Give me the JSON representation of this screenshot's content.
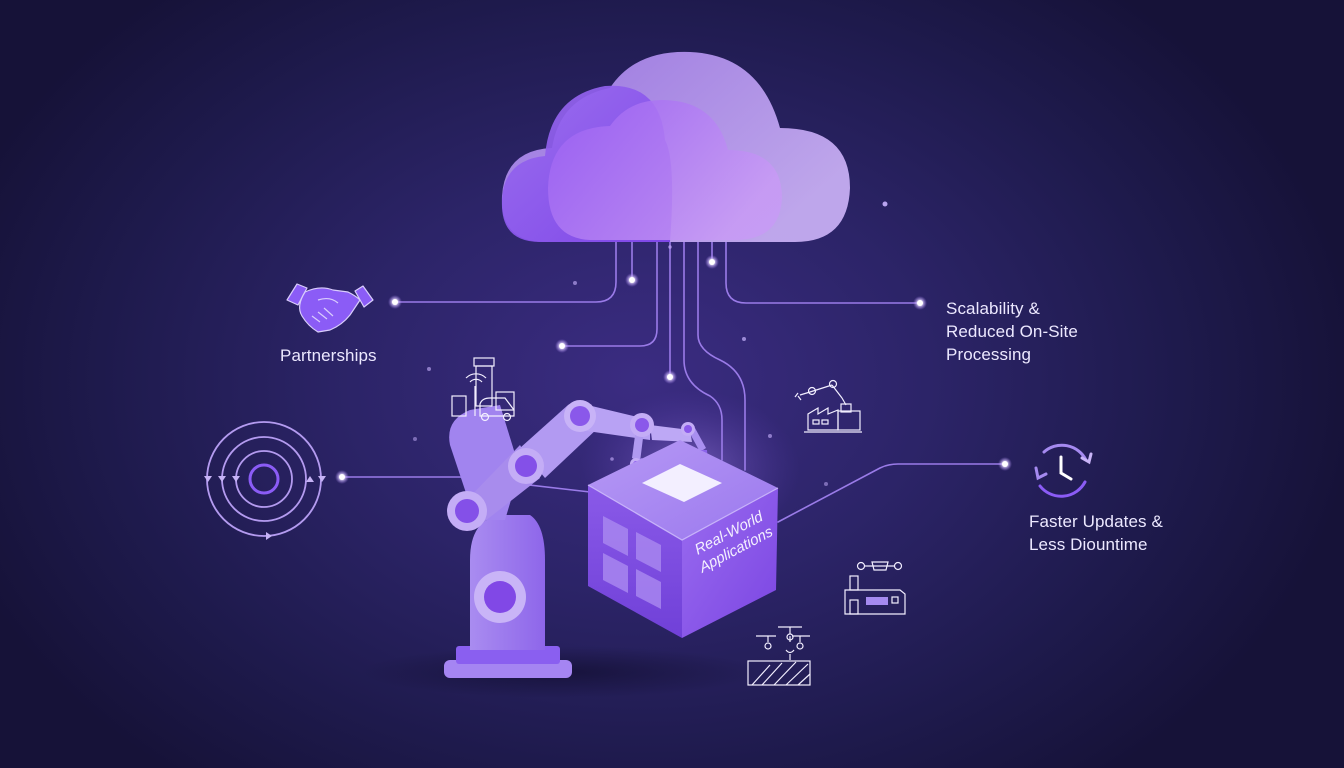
{
  "diagram": {
    "center_label": "Real-World Applications",
    "center_label_lines": [
      "Real-World",
      "Applications"
    ],
    "cloud": {
      "name": "cloud"
    },
    "nodes": [
      {
        "id": "partnerships",
        "label": "Partnerships",
        "icon": "handshake-icon"
      },
      {
        "id": "scalability",
        "label": "Scalability & Reduced On-Site Processing",
        "label_lines": [
          "Scalability &",
          "Reduced On-Site",
          "Processing"
        ]
      },
      {
        "id": "faster-updates",
        "label": "Faster Updates & Less Diountime",
        "label_lines": [
          "Faster Updates &",
          "Less Diountime"
        ],
        "icon": "clock-refresh-icon"
      },
      {
        "id": "cycle",
        "icon": "concentric-cycle-icon"
      }
    ],
    "application_icons": [
      "smart-city-icon",
      "factory-robot-arm-icon",
      "industrial-machine-icon",
      "agriculture-drones-icon"
    ]
  },
  "colors": {
    "background": "#1e1a4c",
    "accent": "#8b5cf6",
    "accent_light": "#b79cf5",
    "line": "#9a7be8",
    "text": "#ece8ff"
  }
}
